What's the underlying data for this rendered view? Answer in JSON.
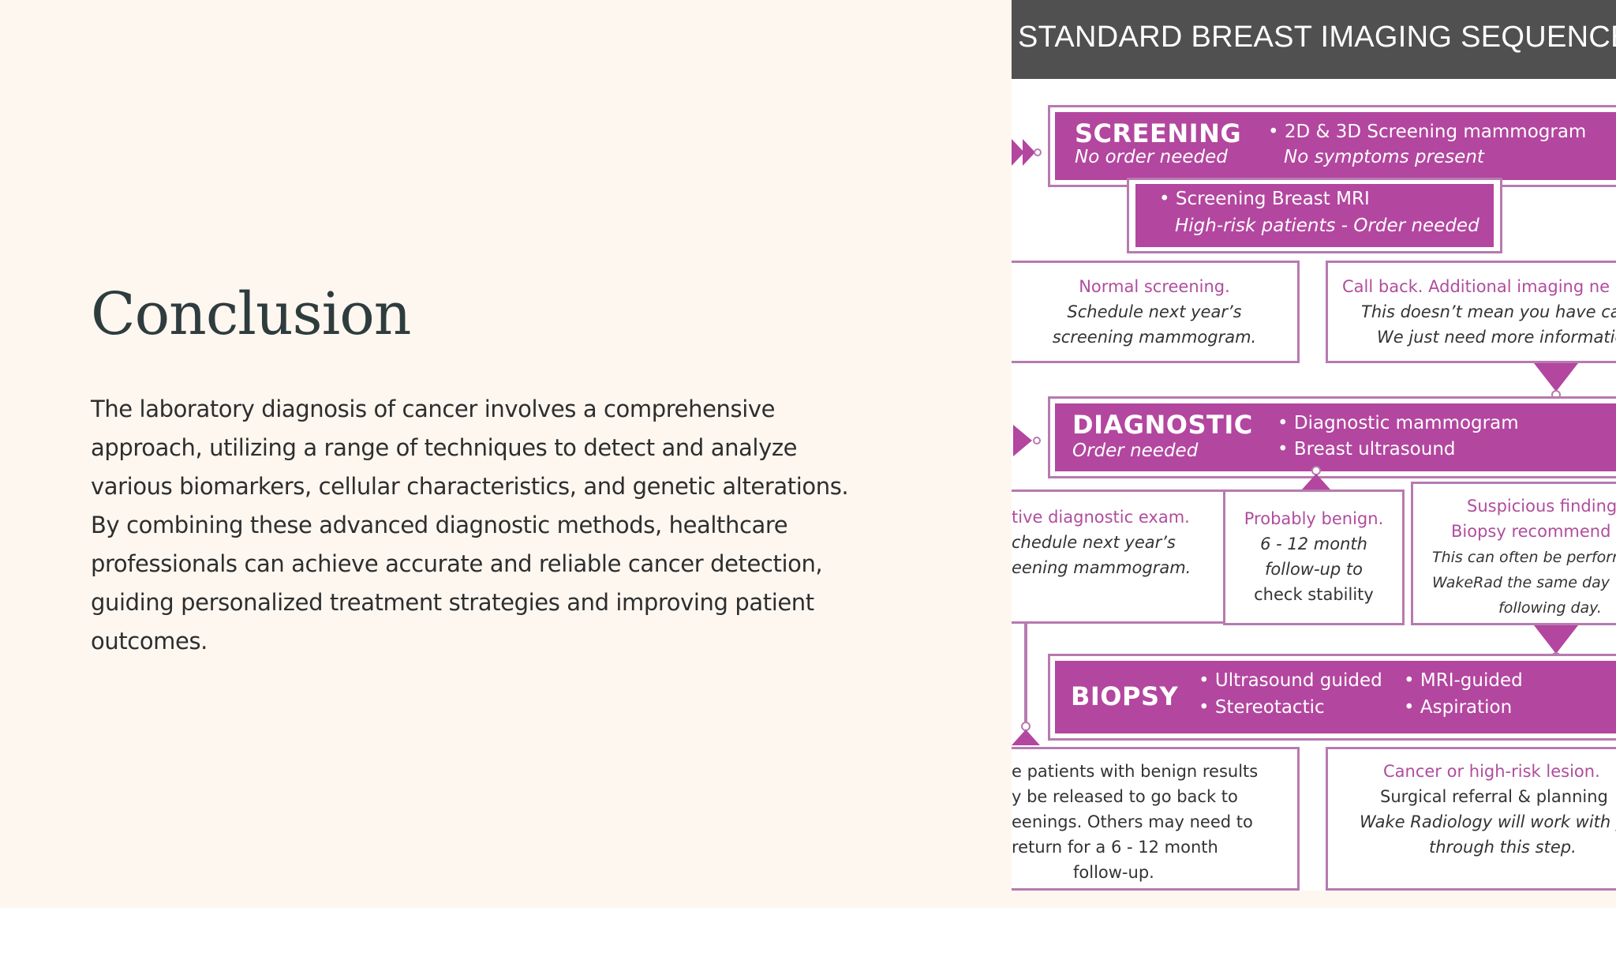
{
  "slide": {
    "title": "Conclusion",
    "body": "The laboratory diagnosis of cancer involves a comprehensive approach, utilizing a range of techniques to detect and analyze various biomarkers, cellular characteristics, and genetic alterations. By combining these advanced diagnostic methods, healthcare professionals can achieve accurate and reliable cancer detection, guiding personalized treatment strategies and improving patient outcomes."
  },
  "image": {
    "header": "STANDARD BREAST IMAGING SEQUENCE",
    "screening": {
      "title": "SCREENING",
      "sub": "No order needed",
      "bullet1": "• 2D & 3D Screening mammogram",
      "bullet1_note": "No symptoms present",
      "mri": "• Screening Breast MRI",
      "mri_note": "High-risk patients - Order needed"
    },
    "normal_box": {
      "l1": "Normal screening.",
      "l2": "Schedule next year’s",
      "l3": "screening mammogram."
    },
    "callback_box": {
      "l1": "Call back. Additional imaging ne",
      "l2": "This doesn’t mean you have can",
      "l3": "We just need more informatio"
    },
    "diagnostic": {
      "title": "DIAGNOSTIC",
      "sub": "Order needed",
      "bullet1": "• Diagnostic mammogram",
      "bullet2": "• Breast ultrasound"
    },
    "negative_box": {
      "l1": "tive diagnostic exam.",
      "l2": "chedule next year’s",
      "l3": "eening mammogram."
    },
    "benign_box": {
      "l1": "Probably benign.",
      "l2": "6 - 12 month",
      "l3": "follow-up to",
      "l4": "check stability"
    },
    "suspicious_box": {
      "l1": "Suspicious finding",
      "l2": "Biopsy recommend",
      "l3": "This can often be perforr",
      "l4": "WakeRad the same day",
      "l5": "following day."
    },
    "biopsy": {
      "title": "BIOPSY",
      "b1": "• Ultrasound guided",
      "b2": "• Stereotactic",
      "b3": "• MRI-guided",
      "b4": "• Aspiration"
    },
    "benign_result_box": {
      "l1": "e patients with benign results",
      "l2": "y be released to go back to",
      "l3": "eenings. Others may need to",
      "l4": "return for a 6 - 12 month",
      "l5": "follow-up."
    },
    "cancer_box": {
      "l1": "Cancer or high-risk lesion.",
      "l2": "Surgical referral & planning",
      "l3": "Wake Radiology will work with y",
      "l4": "through this step."
    },
    "colors": {
      "magenta": "#b3469f",
      "frame": "#b77ab0",
      "header_bg": "#505050"
    }
  }
}
